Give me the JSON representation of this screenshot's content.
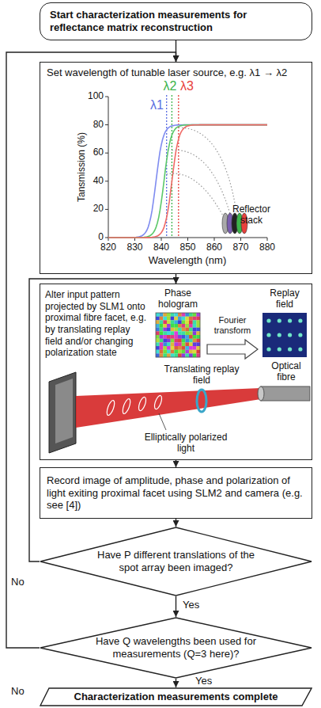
{
  "diagram": {
    "nodes": [
      {
        "text": [
          "Start characterization measurements for reflectance matrix reconstruction"
        ]
      },
      {
        "text": [
          "Set wavelength of tunable laser source, e.g. λ1 → λ2"
        ]
      },
      {
        "text": [
          "Alter input pattern projected by SLM1 onto proximal fibre facet, e.g. by translating replay field and/or changing polarization state"
        ]
      },
      {
        "text": [
          "Record image of amplitude, phase and polarization of light exiting proximal facet using SLM2 and camera (e.g. see [4])"
        ]
      },
      {
        "text": [
          "Have P different translations of the spot array been imaged?"
        ]
      },
      {
        "text": [
          "Have Q wavelengths been used for measurements (Q=3 here)?"
        ]
      },
      {
        "text": [
          "Characterization measurements complete"
        ]
      }
    ],
    "edges": [
      {
        "from": 0,
        "to": 1,
        "arrow": "to"
      },
      {
        "from": 1,
        "to": 2,
        "arrow": "to"
      },
      {
        "from": 2,
        "to": 3,
        "arrow": "to"
      },
      {
        "from": 3,
        "to": 4,
        "arrow": "to"
      },
      {
        "from": 4,
        "to": 5,
        "arrow": "to",
        "label": "Yes"
      },
      {
        "from": 4,
        "to": 2,
        "arrow": "to",
        "label": "No"
      },
      {
        "from": 5,
        "to": 1,
        "arrow": "to",
        "label": "No"
      },
      {
        "from": 5,
        "to": 6,
        "arrow": "to",
        "label": "Yes"
      }
    ],
    "labels": [
      "λ1",
      "λ2",
      "λ3",
      "100",
      "80",
      "60",
      "40",
      "20",
      "0",
      "820",
      "830",
      "840",
      "850",
      "860",
      "870",
      "880",
      "Wavelength (nm)",
      "Tansmission (%)",
      "Reflector stack",
      "Phase hologram",
      "Replay field",
      "Fourier transform",
      "Translating replay field",
      "Elliptically polarized light",
      "Optical fibre"
    ]
  }
}
